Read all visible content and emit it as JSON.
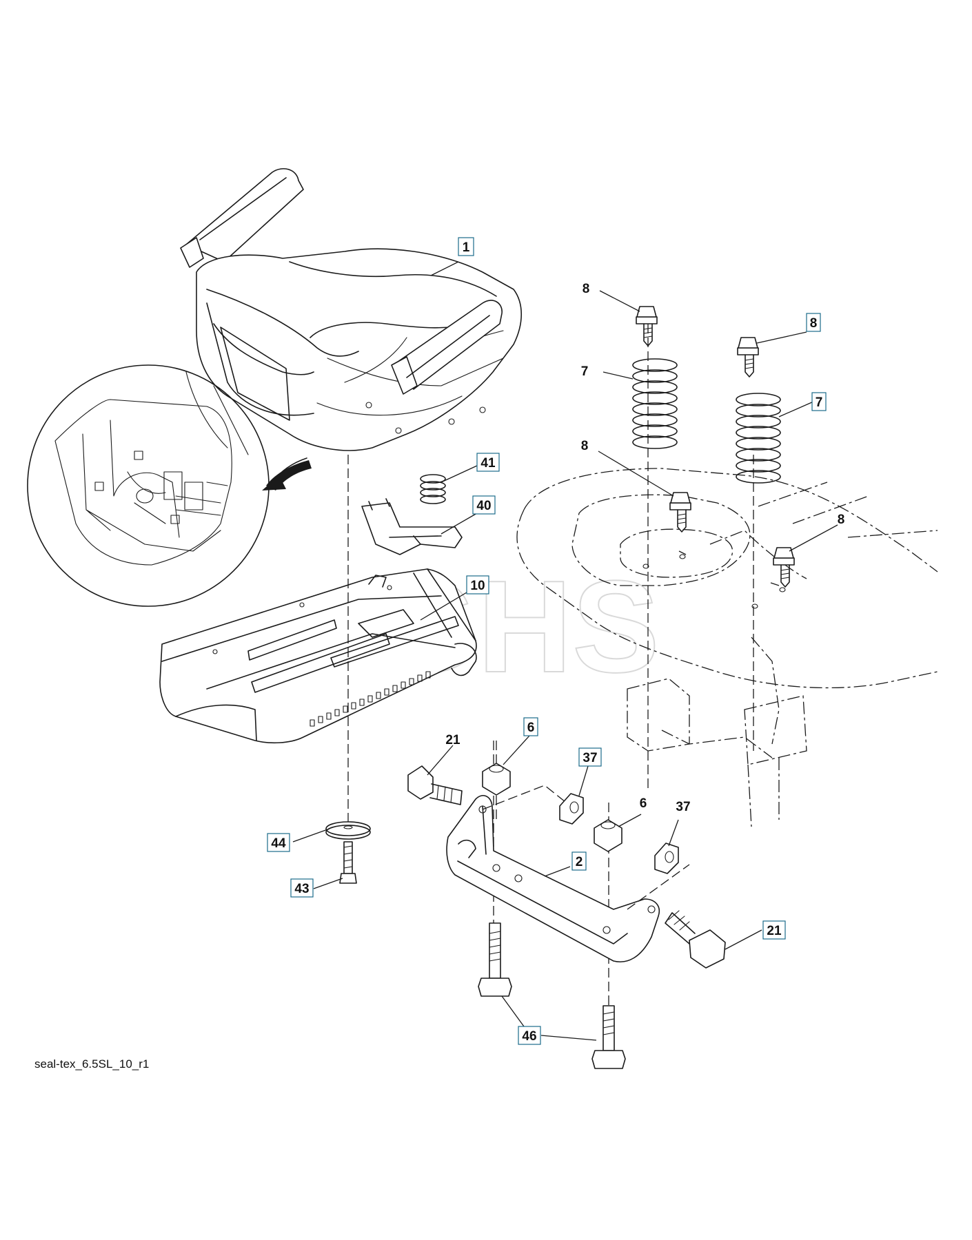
{
  "drawing_code": "seal-tex_6.5SL_10_r1",
  "watermark": "GHS",
  "callouts": [
    {
      "id": "c1a",
      "label": "1",
      "boxed": true
    },
    {
      "id": "c8a",
      "label": "8",
      "boxed": false
    },
    {
      "id": "c8b",
      "label": "8",
      "boxed": true
    },
    {
      "id": "c7a",
      "label": "7",
      "boxed": false
    },
    {
      "id": "c7b",
      "label": "7",
      "boxed": true
    },
    {
      "id": "c8c",
      "label": "8",
      "boxed": false
    },
    {
      "id": "c8d",
      "label": "8",
      "boxed": false
    },
    {
      "id": "c41",
      "label": "41",
      "boxed": true
    },
    {
      "id": "c40",
      "label": "40",
      "boxed": true
    },
    {
      "id": "c10",
      "label": "10",
      "boxed": true
    },
    {
      "id": "c21a",
      "label": "21",
      "boxed": false
    },
    {
      "id": "c6a",
      "label": "6",
      "boxed": true
    },
    {
      "id": "c37a",
      "label": "37",
      "boxed": true
    },
    {
      "id": "c6b",
      "label": "6",
      "boxed": false
    },
    {
      "id": "c37b",
      "label": "37",
      "boxed": false
    },
    {
      "id": "c44",
      "label": "44",
      "boxed": true
    },
    {
      "id": "c43",
      "label": "43",
      "boxed": true
    },
    {
      "id": "c2",
      "label": "2",
      "boxed": true
    },
    {
      "id": "c21b",
      "label": "21",
      "boxed": true
    },
    {
      "id": "c46",
      "label": "46",
      "boxed": true
    }
  ]
}
